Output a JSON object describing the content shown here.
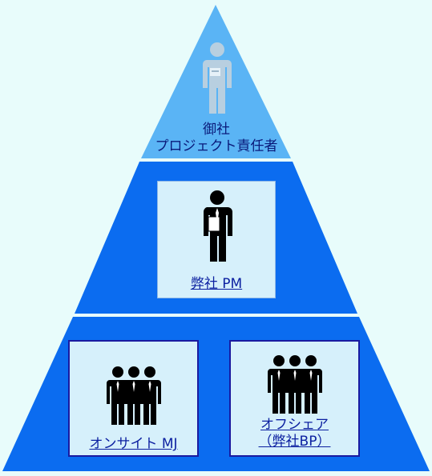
{
  "pyramid": {
    "colors": {
      "top": "#5ab4f5",
      "middle": "#0b6cf0",
      "bottom": "#0b6cf0",
      "divider": "#ffffff"
    },
    "top": {
      "label_line1": "御社",
      "label_line2": "プロジェクト責任者",
      "icon": "client-person-icon"
    },
    "middle": {
      "label": "弊社 PM",
      "icon": "pm-person-icon"
    },
    "bottom": {
      "left": {
        "label": "オンサイト MJ",
        "icon": "team-group-icon"
      },
      "right": {
        "label_line1": "オフシェア",
        "label_line2": "（弊社BP）",
        "icon": "team-group-icon"
      }
    }
  }
}
